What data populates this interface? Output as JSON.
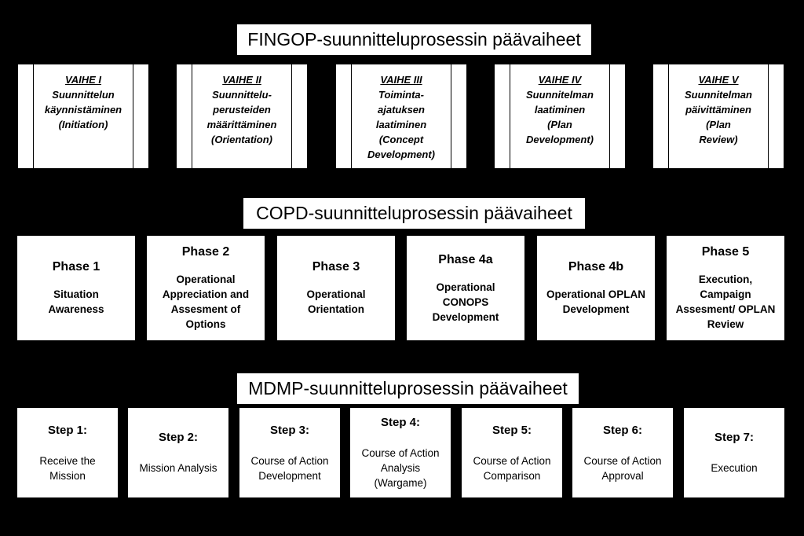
{
  "fingop": {
    "title": "FINGOP-suunnitteluprosessin päävaiheet",
    "phases": [
      {
        "head": "VAIHE I",
        "body": "Suunnittelun\nkäynnistäminen\n(Initiation)"
      },
      {
        "head": "VAIHE II",
        "body": "Suunnittelu-\nperusteiden\nmäärittäminen\n(Orientation)"
      },
      {
        "head": "VAIHE III",
        "body": "Toiminta-\najatuksen\nlaatiminen\n(Concept\nDevelopment)"
      },
      {
        "head": "VAIHE IV",
        "body": "Suunnitelman\nlaatiminen\n(Plan\nDevelopment)"
      },
      {
        "head": "VAIHE V",
        "body": "Suunnitelman\npäivittäminen\n(Plan\nReview)"
      }
    ]
  },
  "copd": {
    "title": "COPD-suunnitteluprosessin päävaiheet",
    "phases": [
      {
        "head": "Phase 1",
        "body": "Situation\nAwareness"
      },
      {
        "head": "Phase 2",
        "body": "Operational\nAppreciation and\nAssesment of\nOptions"
      },
      {
        "head": "Phase 3",
        "body": "Operational\nOrientation"
      },
      {
        "head": "Phase 4a",
        "body": "Operational\nCONOPS\nDevelopment"
      },
      {
        "head": "Phase 4b",
        "body": "Operational OPLAN\nDevelopment"
      },
      {
        "head": "Phase 5",
        "body": "Execution,\nCampaign\nAssesment/ OPLAN\nReview"
      }
    ]
  },
  "mdmp": {
    "title": "MDMP-suunnitteluprosessin päävaiheet",
    "steps": [
      {
        "head": "Step 1:",
        "body": "Receive the\nMission"
      },
      {
        "head": "Step 2:",
        "body": "Mission Analysis"
      },
      {
        "head": "Step 3:",
        "body": "Course of Action\nDevelopment"
      },
      {
        "head": "Step 4:",
        "body": "Course of Action\nAnalysis\n(Wargame)"
      },
      {
        "head": "Step 5:",
        "body": "Course of Action\nComparison"
      },
      {
        "head": "Step 6:",
        "body": "Course of Action\nApproval"
      },
      {
        "head": "Step 7:",
        "body": "Execution"
      }
    ]
  }
}
